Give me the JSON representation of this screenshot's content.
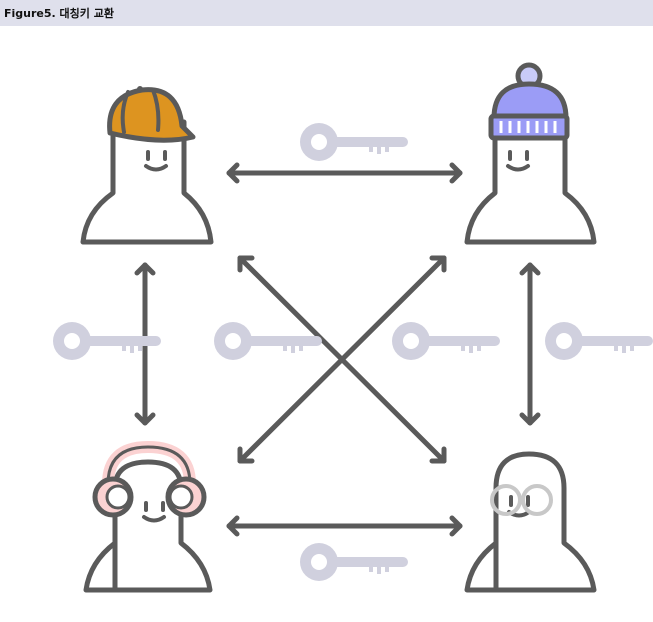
{
  "caption": "Figure5. 대칭키 교환",
  "colors": {
    "caption_bg": "#dfe0ec",
    "outline": "#5a5a5a",
    "key": "#d0d0de",
    "cap_orange": "#dd9420",
    "beanie_blue": "#9b9cf6",
    "headphone_pink": "#fbd2d2",
    "glasses_gray": "#c8c8c8"
  },
  "people": [
    {
      "id": "orange-cap",
      "accessory": "baseball-cap"
    },
    {
      "id": "blue-beanie",
      "accessory": "knit-beanie"
    },
    {
      "id": "pink-headphones",
      "accessory": "headphones"
    },
    {
      "id": "glasses",
      "accessory": "round-glasses"
    }
  ],
  "connections": [
    {
      "from": "orange-cap",
      "to": "blue-beanie",
      "bidirectional": true,
      "key_icon": "key-icon"
    },
    {
      "from": "orange-cap",
      "to": "pink-headphones",
      "bidirectional": true,
      "key_icon": "key-icon"
    },
    {
      "from": "blue-beanie",
      "to": "glasses",
      "bidirectional": true,
      "key_icon": "key-icon"
    },
    {
      "from": "pink-headphones",
      "to": "glasses",
      "bidirectional": true,
      "key_icon": "key-icon"
    },
    {
      "from": "orange-cap",
      "to": "glasses",
      "bidirectional": true,
      "key_icon": "key-icon"
    },
    {
      "from": "blue-beanie",
      "to": "pink-headphones",
      "bidirectional": true,
      "key_icon": "key-icon"
    }
  ]
}
